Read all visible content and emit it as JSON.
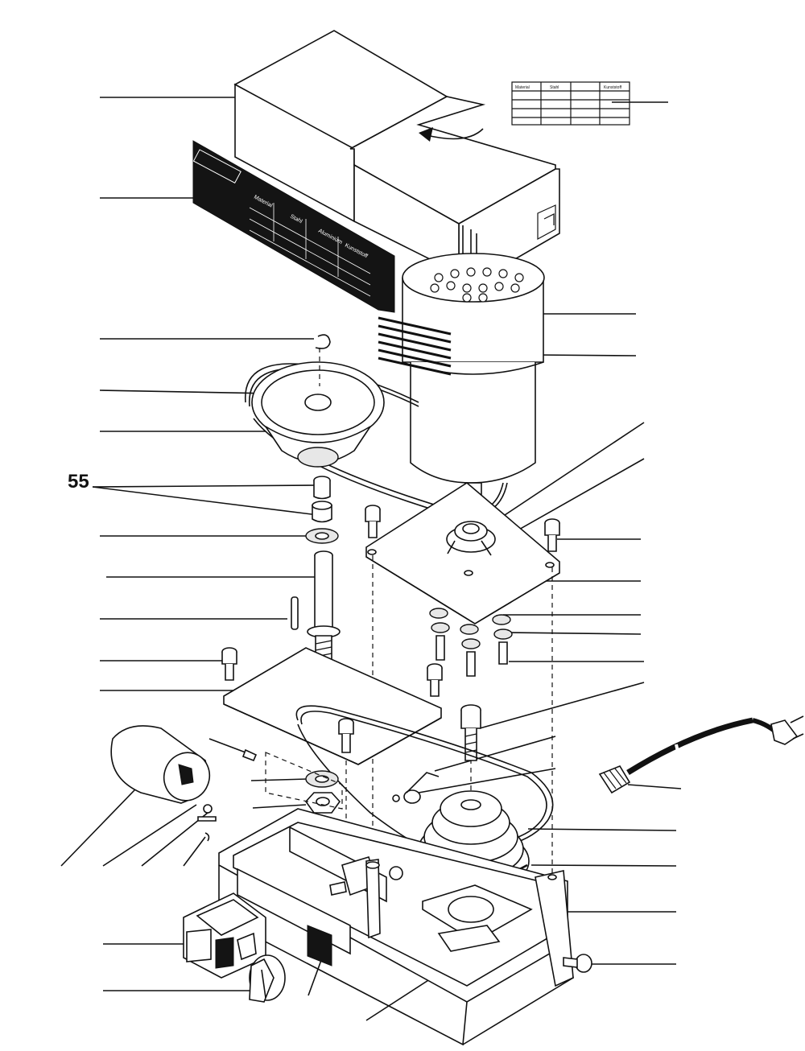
{
  "callouts": {
    "part_55_label": "55"
  },
  "rate_table": {
    "headers": [
      "Material",
      "Stahl",
      "Kunststoff"
    ]
  },
  "nameplate": {
    "headers": [
      "Material",
      "Stahl",
      "Aluminium",
      "Kunststoff"
    ]
  },
  "icons": {
    "arrow": "curved-arrow-icon",
    "plug": "power-plug-icon"
  },
  "colors": {
    "line": "#111111",
    "background": "#ffffff",
    "plate": "#141414"
  }
}
